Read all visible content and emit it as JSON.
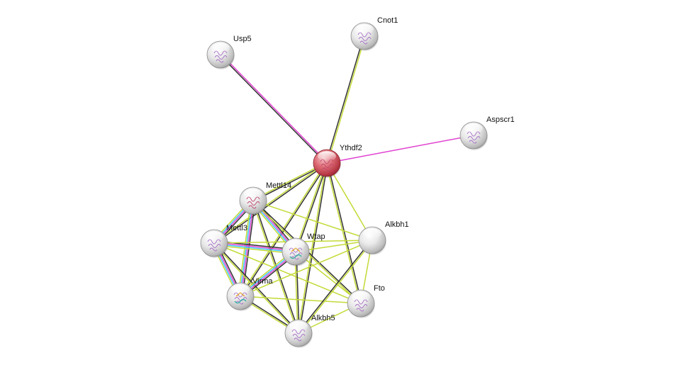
{
  "network": {
    "nodes": [
      {
        "id": "Ythdf2",
        "label": "Ythdf2",
        "query": true,
        "structure": "protein-structure-red"
      },
      {
        "id": "Usp5",
        "label": "Usp5",
        "structure": "protein-structure"
      },
      {
        "id": "Cnot1",
        "label": "Cnot1",
        "structure": "protein-structure"
      },
      {
        "id": "Aspscr1",
        "label": "Aspscr1",
        "structure": "protein-structure"
      },
      {
        "id": "Mettl14",
        "label": "Mettl14",
        "structure": "protein-structure-red"
      },
      {
        "id": "Mettl3",
        "label": "Mettl3",
        "structure": "protein-structure"
      },
      {
        "id": "Wtap",
        "label": "Wtap",
        "structure": "protein-structure-color"
      },
      {
        "id": "Alkbh1",
        "label": "Alkbh1",
        "structure": "none"
      },
      {
        "id": "Virma",
        "label": "Virma",
        "structure": "protein-structure-color"
      },
      {
        "id": "Fto",
        "label": "Fto",
        "structure": "protein-structure"
      },
      {
        "id": "Alkbh5",
        "label": "Alkbh5",
        "structure": "protein-structure"
      }
    ],
    "edges": [
      {
        "source": "Ythdf2",
        "target": "Usp5",
        "evidence": [
          "coexpression",
          "experiments"
        ]
      },
      {
        "source": "Ythdf2",
        "target": "Cnot1",
        "evidence": [
          "coexpression",
          "textmining"
        ]
      },
      {
        "source": "Ythdf2",
        "target": "Aspscr1",
        "evidence": [
          "experiments"
        ]
      },
      {
        "source": "Ythdf2",
        "target": "Mettl14",
        "evidence": [
          "coexpression",
          "textmining"
        ]
      },
      {
        "source": "Ythdf2",
        "target": "Mettl3",
        "evidence": [
          "coexpression",
          "textmining"
        ]
      },
      {
        "source": "Ythdf2",
        "target": "Wtap",
        "evidence": [
          "coexpression",
          "textmining"
        ]
      },
      {
        "source": "Ythdf2",
        "target": "Alkbh1",
        "evidence": [
          "textmining"
        ]
      },
      {
        "source": "Ythdf2",
        "target": "Virma",
        "evidence": [
          "coexpression",
          "textmining"
        ]
      },
      {
        "source": "Ythdf2",
        "target": "Fto",
        "evidence": [
          "coexpression",
          "textmining"
        ]
      },
      {
        "source": "Ythdf2",
        "target": "Alkbh5",
        "evidence": [
          "coexpression",
          "textmining"
        ]
      },
      {
        "source": "Mettl14",
        "target": "Mettl3",
        "evidence": [
          "coexpression",
          "experiments",
          "database",
          "textmining"
        ]
      },
      {
        "source": "Mettl14",
        "target": "Wtap",
        "evidence": [
          "coexpression",
          "experiments",
          "database",
          "textmining"
        ]
      },
      {
        "source": "Mettl14",
        "target": "Virma",
        "evidence": [
          "coexpression",
          "experiments",
          "database",
          "textmining"
        ]
      },
      {
        "source": "Mettl14",
        "target": "Alkbh5",
        "evidence": [
          "coexpression",
          "textmining"
        ]
      },
      {
        "source": "Mettl14",
        "target": "Fto",
        "evidence": [
          "coexpression",
          "textmining"
        ]
      },
      {
        "source": "Mettl14",
        "target": "Alkbh1",
        "evidence": [
          "textmining"
        ]
      },
      {
        "source": "Mettl3",
        "target": "Wtap",
        "evidence": [
          "coexpression",
          "experiments",
          "database",
          "textmining"
        ]
      },
      {
        "source": "Mettl3",
        "target": "Virma",
        "evidence": [
          "coexpression",
          "experiments",
          "database",
          "textmining"
        ]
      },
      {
        "source": "Mettl3",
        "target": "Alkbh5",
        "evidence": [
          "coexpression",
          "textmining"
        ]
      },
      {
        "source": "Mettl3",
        "target": "Fto",
        "evidence": [
          "textmining"
        ]
      },
      {
        "source": "Mettl3",
        "target": "Alkbh1",
        "evidence": [
          "textmining"
        ]
      },
      {
        "source": "Wtap",
        "target": "Virma",
        "evidence": [
          "coexpression",
          "experiments",
          "database",
          "textmining"
        ]
      },
      {
        "source": "Wtap",
        "target": "Alkbh5",
        "evidence": [
          "coexpression",
          "textmining"
        ]
      },
      {
        "source": "Wtap",
        "target": "Fto",
        "evidence": [
          "textmining"
        ]
      },
      {
        "source": "Wtap",
        "target": "Alkbh1",
        "evidence": [
          "textmining"
        ]
      },
      {
        "source": "Virma",
        "target": "Alkbh5",
        "evidence": [
          "coexpression",
          "textmining"
        ]
      },
      {
        "source": "Virma",
        "target": "Fto",
        "evidence": [
          "textmining"
        ]
      },
      {
        "source": "Virma",
        "target": "Alkbh1",
        "evidence": [
          "textmining"
        ]
      },
      {
        "source": "Alkbh5",
        "target": "Fto",
        "evidence": [
          "textmining"
        ]
      },
      {
        "source": "Alkbh5",
        "target": "Alkbh1",
        "evidence": [
          "coexpression",
          "textmining"
        ]
      },
      {
        "source": "Fto",
        "target": "Alkbh1",
        "evidence": [
          "textmining"
        ]
      }
    ],
    "evidence_colors": {
      "coexpression": "#333333",
      "textmining": "#c4da37",
      "experiments": "#e041d0",
      "database": "#3fc5ff"
    },
    "node_colors": {
      "query": "#d24a55",
      "default": "#cfcfcf"
    }
  }
}
